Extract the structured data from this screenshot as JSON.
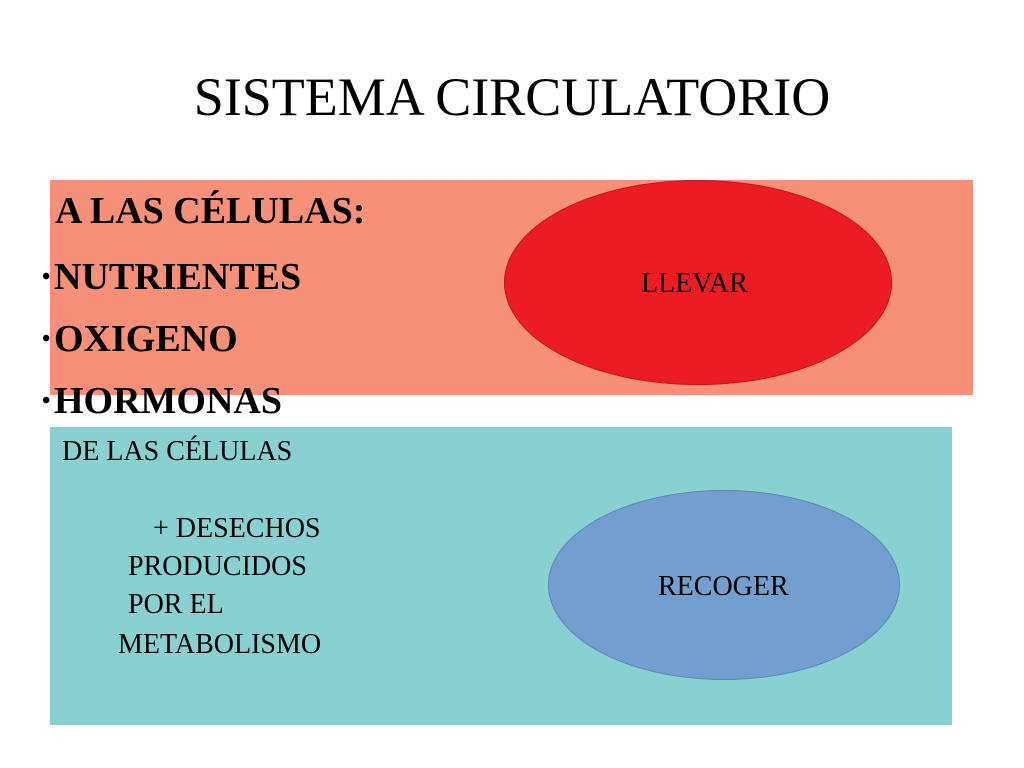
{
  "slide": {
    "title": "SISTEMA CIRCULATORIO"
  },
  "top_section": {
    "heading": "A LAS CÉLULAS:",
    "bullet_glyph": "•",
    "items": [
      "NUTRIENTES",
      "OXIGENO",
      "HORMONAS"
    ],
    "ellipse_label": "LLEVAR",
    "box_color": "#f69078",
    "ellipse_color": "#ec1c24"
  },
  "bottom_section": {
    "heading": "DE LAS CÉLULAS",
    "lines": [
      "+ DESECHOS",
      "PRODUCIDOS",
      "POR EL",
      "METABOLISMO"
    ],
    "ellipse_label": "RECOGER",
    "box_color": "#88d1d0",
    "ellipse_color": "#729fcf"
  }
}
